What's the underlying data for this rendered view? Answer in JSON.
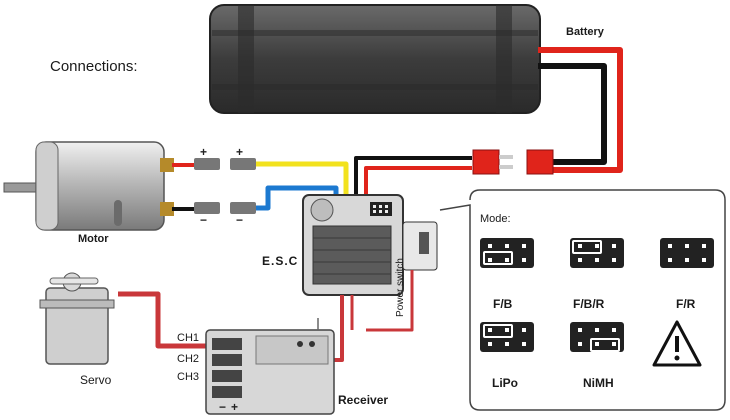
{
  "title": "Connections:",
  "components": {
    "battery": "Battery",
    "motor": "Motor",
    "esc": "E.S.C",
    "servo": "Servo",
    "receiver": "Receiver",
    "power_switch": "Power switch"
  },
  "receiver_channels": [
    "CH1",
    "CH2",
    "CH3"
  ],
  "receiver_power_marks": {
    "minus": "−",
    "plus": "+"
  },
  "polarity_marks": {
    "plus": "+",
    "minus": "−"
  },
  "mode_panel": {
    "heading": "Mode:",
    "modes": [
      "F/B",
      "F/B/R",
      "F/R"
    ],
    "battery_types": [
      "LiPo",
      "NiMH"
    ],
    "warning_icon": "warning-triangle-icon"
  },
  "colors": {
    "red_wire": "#e0241b",
    "black_wire": "#111111",
    "yellow_wire": "#f2e21e",
    "blue_wire": "#1c79d0",
    "signal_wire": "#c9373a",
    "battery_body": "#4a4a4a"
  }
}
